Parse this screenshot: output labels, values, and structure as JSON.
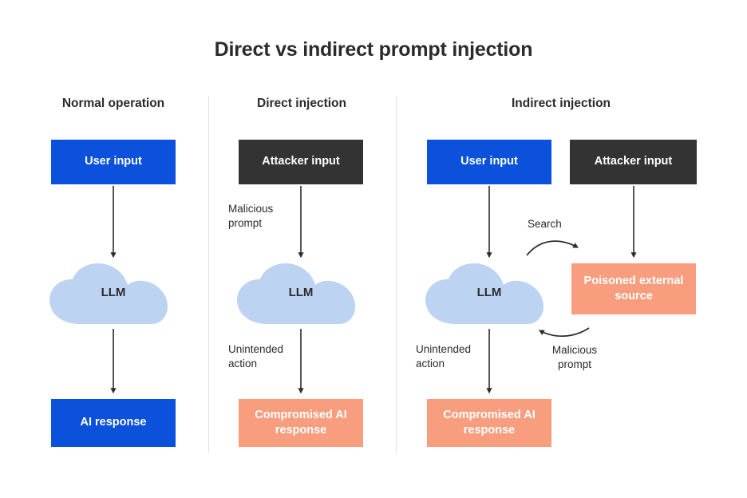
{
  "page": {
    "title": "Direct vs indirect prompt injection",
    "background_color": "#ffffff"
  },
  "palette": {
    "blue": "#0b51dc",
    "dark": "#333333",
    "salmon": "#f89e7f",
    "cloud": "#bcd4f2",
    "text_dark": "#2b2b2b",
    "text_light": "#ffffff",
    "divider": "#e2e2e2",
    "arrow": "#2b2b2b"
  },
  "columns": [
    {
      "id": "normal-operation",
      "heading": "Normal operation"
    },
    {
      "id": "direct-injection",
      "heading": "Direct injection"
    },
    {
      "id": "indirect-injection",
      "heading": "Indirect injection"
    }
  ],
  "nodes": {
    "c1_user_input": "User input",
    "c1_llm": "LLM",
    "c1_ai_response": "AI response",
    "c2_attacker_input": "Attacker input",
    "c2_llm": "LLM",
    "c2_compromised": "Compromised\nAI response",
    "c3_user_input": "User input",
    "c3_attacker_input": "Attacker input",
    "c3_llm": "LLM",
    "c3_poisoned": "Poisoned\nexternal source",
    "c3_compromised": "Compromised\nAI response"
  },
  "edge_labels": {
    "c2_malicious_prompt": "Malicious\nprompt",
    "c2_unintended_action": "Unintended\naction",
    "c3_search": "Search",
    "c3_malicious_prompt": "Malicious\nprompt",
    "c3_unintended_action": "Unintended\naction"
  }
}
